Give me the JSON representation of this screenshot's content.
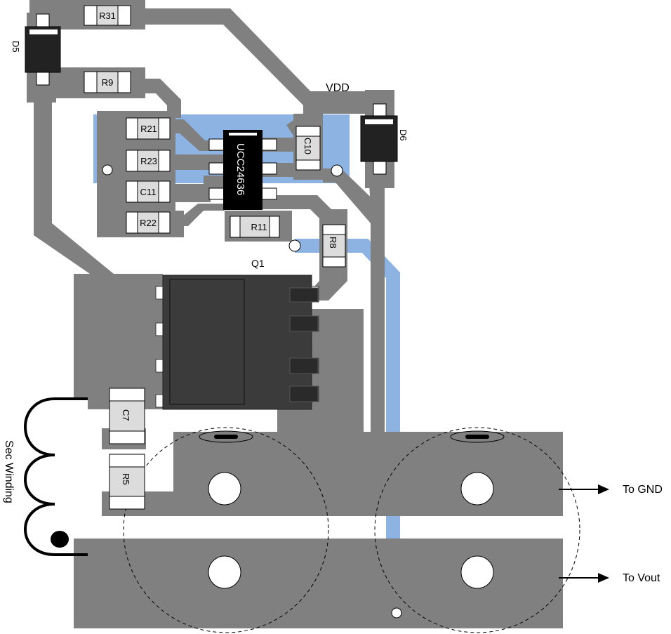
{
  "colors": {
    "copper": "#808080",
    "bottom_layer": "#8db3e2",
    "pad": "#ffffff",
    "component_body": "#dcdcdc",
    "ic_body": "#000000",
    "mosfet_body": "#3b3b3b",
    "winding": "#000000"
  },
  "labels": {
    "vdd": "VDD",
    "q1": "Q1",
    "d5": "D5",
    "d6": "D6",
    "ic": "UCC24636",
    "secondary_winding": "Sec Winding",
    "to_gnd": "To GND",
    "to_vout": "To Vout"
  },
  "components": {
    "r31": "R31",
    "r9": "R9",
    "r21": "R21",
    "r23": "R23",
    "c11": "C11",
    "r22": "R22",
    "c10": "C10",
    "r11": "R11",
    "r8": "R8",
    "c7": "C7",
    "r5": "R5"
  },
  "icons": {
    "arrow_gnd": "arrow-right-icon",
    "arrow_vout": "arrow-right-icon",
    "winding": "coil-icon",
    "polarity_dot": "dot-icon"
  }
}
